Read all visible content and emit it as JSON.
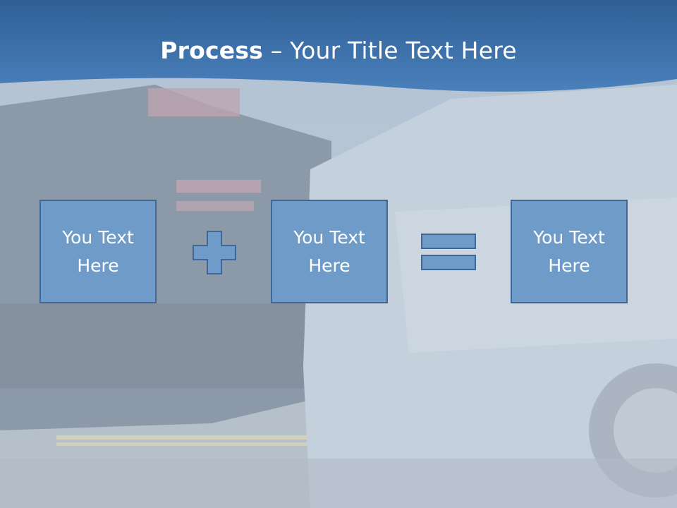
{
  "slide": {
    "title_bold": "Process",
    "title_rest": " – Your Title Text Here",
    "boxes": [
      {
        "text": "You Text\nHere"
      },
      {
        "text": "You Text\nHere"
      },
      {
        "text": "You Text\nHere"
      }
    ]
  },
  "colors": {
    "header": "#3a6ea5",
    "box_fill": "#6f9bc8",
    "box_border": "#3f6797"
  }
}
